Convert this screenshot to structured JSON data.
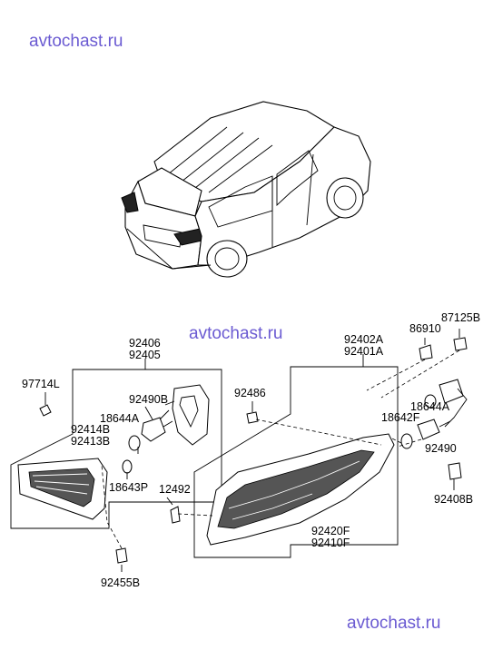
{
  "watermarks": {
    "top": "avtochast.ru",
    "middle": "avtochast.ru",
    "bottom": "avtochast.ru"
  },
  "parts": {
    "p92406": "92406",
    "p92405": "92405",
    "p92402A": "92402A",
    "p92401A": "92401A",
    "p86910": "86910",
    "p87125B": "87125B",
    "p97714L": "97714L",
    "p92486": "92486",
    "p92490B": "92490B",
    "p18644A_left": "18644A",
    "p18644A_right": "18644A",
    "p92414B": "92414B",
    "p92413B": "92413B",
    "p18642F": "18642F",
    "p92490": "92490",
    "p18643P": "18643P",
    "p12492": "12492",
    "p92408B": "92408B",
    "p92420F": "92420F",
    "p92410F": "92410F",
    "p92455B": "92455B"
  },
  "colors": {
    "watermark": "#6b5bd2",
    "line": "#000000",
    "background": "#ffffff"
  }
}
